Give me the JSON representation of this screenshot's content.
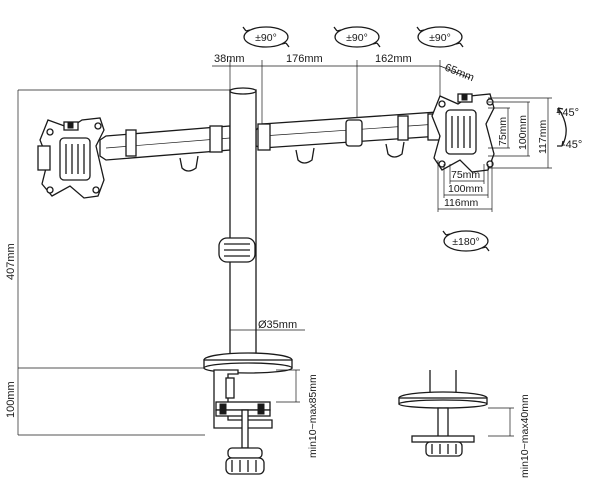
{
  "rotation": {
    "swivel": "±90°",
    "rotate": "±180°",
    "tilt_up": "+45°",
    "tilt_down": "-45°"
  },
  "dimensions": {
    "pole_offset": "38mm",
    "arm_inner": "176mm",
    "arm_outer": "162mm",
    "arm_end": "65mm",
    "height": "407mm",
    "pole_diameter": "Ø35mm",
    "clamp_height": "100mm",
    "clamp_range": "min10~max85mm",
    "grommet_range": "min10~max40mm",
    "vesa_small": "75mm",
    "vesa_mid": "100mm",
    "vesa_large": "116mm",
    "vesa_tall": "117mm"
  }
}
